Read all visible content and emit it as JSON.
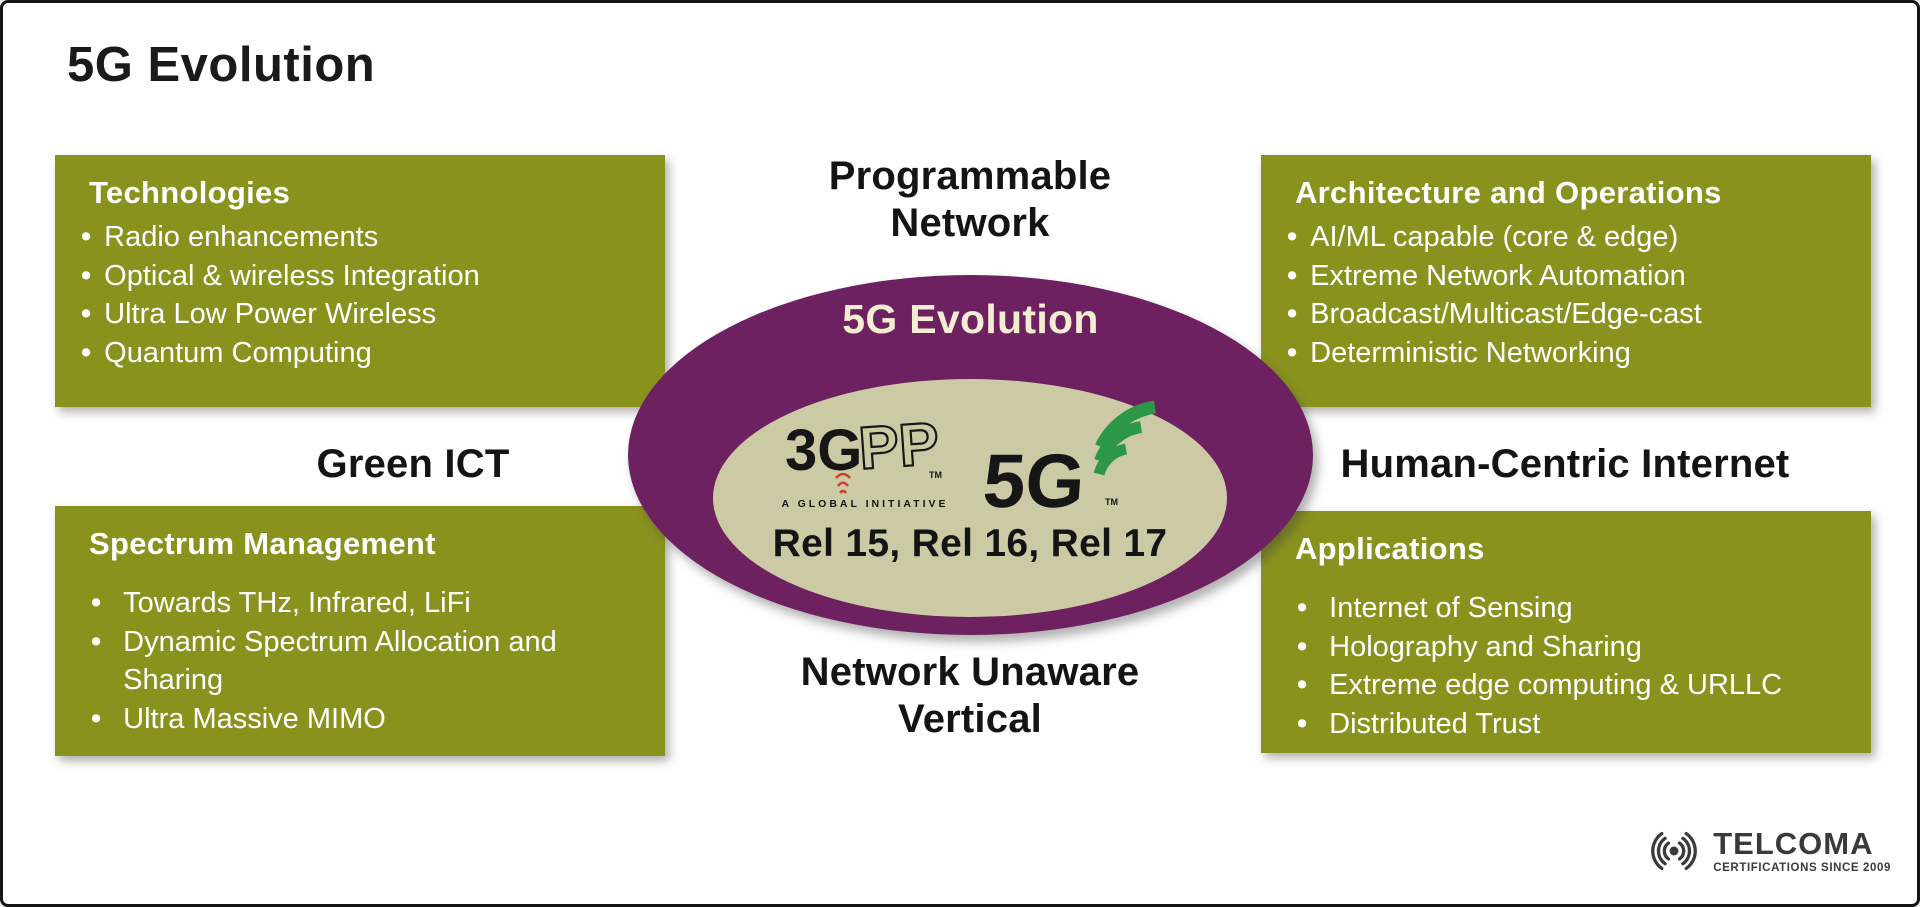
{
  "title": "5G Evolution",
  "labels": {
    "top": "Programmable Network",
    "left": "Green ICT",
    "right": "Human-Centric Internet",
    "bottom": "Network Unaware Vertical"
  },
  "boxes": {
    "technologies": {
      "header": "Technologies",
      "bullets": [
        "Radio enhancements",
        "Optical & wireless Integration",
        "Ultra Low Power Wireless",
        "Quantum Computing"
      ]
    },
    "architecture": {
      "header": "Architecture and Operations",
      "bullets": [
        "AI/ML capable (core & edge)",
        "Extreme Network Automation",
        "Broadcast/Multicast/Edge-cast",
        "Deterministic Networking"
      ]
    },
    "spectrum": {
      "header": "Spectrum Management",
      "bullets": [
        "Towards THz, Infrared, LiFi",
        "Dynamic Spectrum Allocation and Sharing",
        "Ultra Massive MIMO"
      ]
    },
    "applications": {
      "header": "Applications",
      "bullets": [
        "Internet of Sensing",
        "Holography and Sharing",
        "Extreme edge computing & URLLC",
        "Distributed Trust"
      ]
    }
  },
  "ellipse": {
    "title": "5G Evolution",
    "releases": "Rel 15, Rel 16, Rel 17"
  },
  "logos": {
    "threegpp": {
      "part1": "3G",
      "part2": "PP",
      "tm": "TM",
      "caption": "A GLOBAL INITIATIVE"
    },
    "fiveg": {
      "text": "5G",
      "tm": "TM"
    },
    "telcoma": {
      "name": "TELCOMA",
      "tagline": "CERTIFICATIONS SINCE 2009"
    }
  },
  "colors": {
    "olive": "#8A921E",
    "purple": "#6E2160",
    "inner_beige": "#CBCAA5",
    "logo_green": "#2B9747",
    "logo_red": "#D63B2F",
    "cream_text": "#F3EDD1",
    "text_black": "#161616",
    "telcoma_gray": "#3A3A3A"
  }
}
